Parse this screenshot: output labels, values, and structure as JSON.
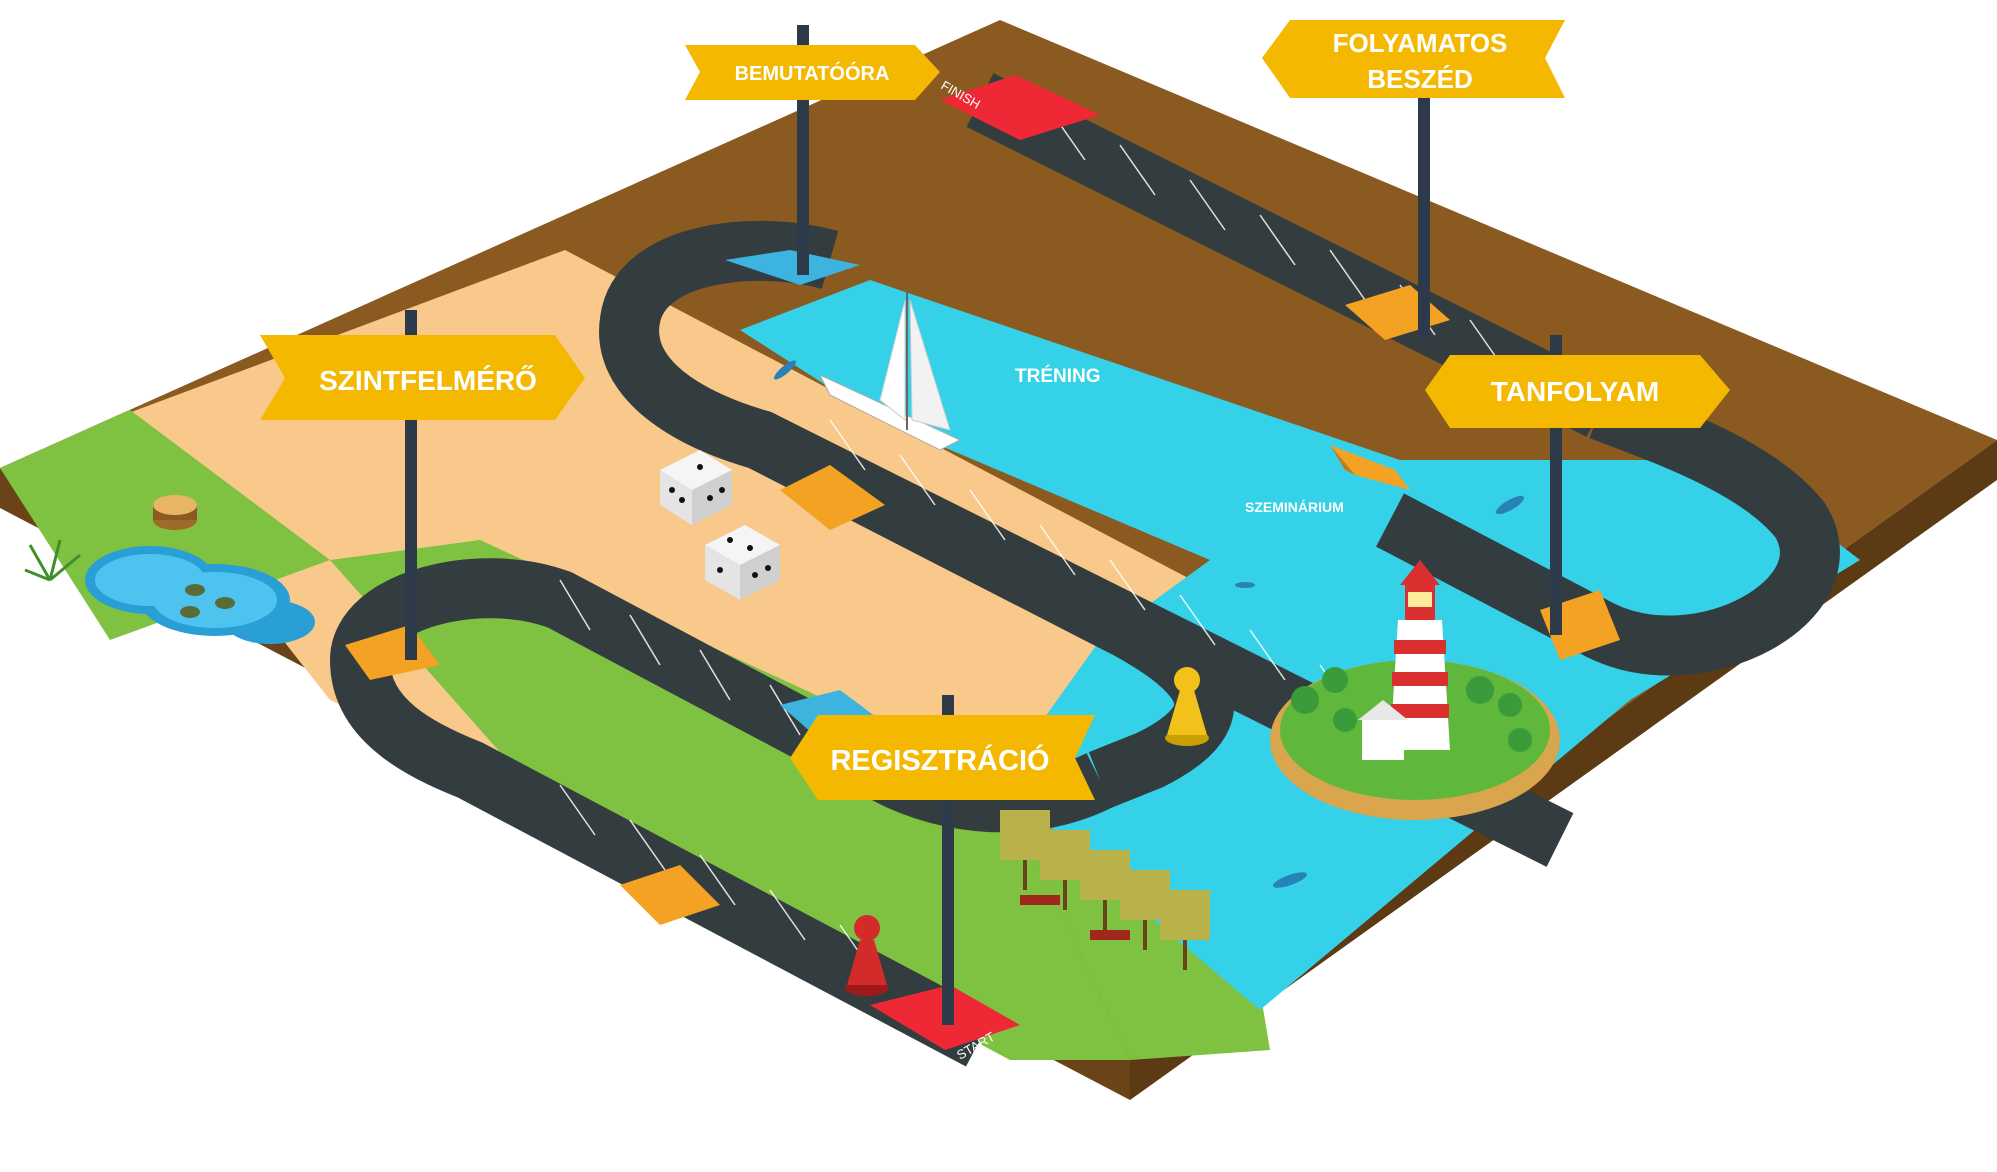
{
  "game": {
    "signs": {
      "szintfelmero": "SZINTFELMÉRŐ",
      "bemutatoora": "BEMUTATÓÓRA",
      "folyamatos_line1": "FOLYAMATOS",
      "folyamatos_line2": "BESZÉD",
      "tanfolyam": "TANFOLYAM",
      "regisztracio": "REGISZTRÁCIÓ"
    },
    "board_labels": {
      "trening": "TRÉNING",
      "szeminarium": "SZEMINÁRIUM",
      "start": "START",
      "finish": "FINISH"
    },
    "colors": {
      "sign": "#f5b800",
      "path": "#333d3f",
      "special_orange": "#f4a224",
      "special_blue": "#3db4e0",
      "start_finish": "#ee2834",
      "water": "#35d1e8",
      "grass": "#7fc241",
      "sand": "#f9c98b",
      "soil": "#8a5a20"
    }
  }
}
